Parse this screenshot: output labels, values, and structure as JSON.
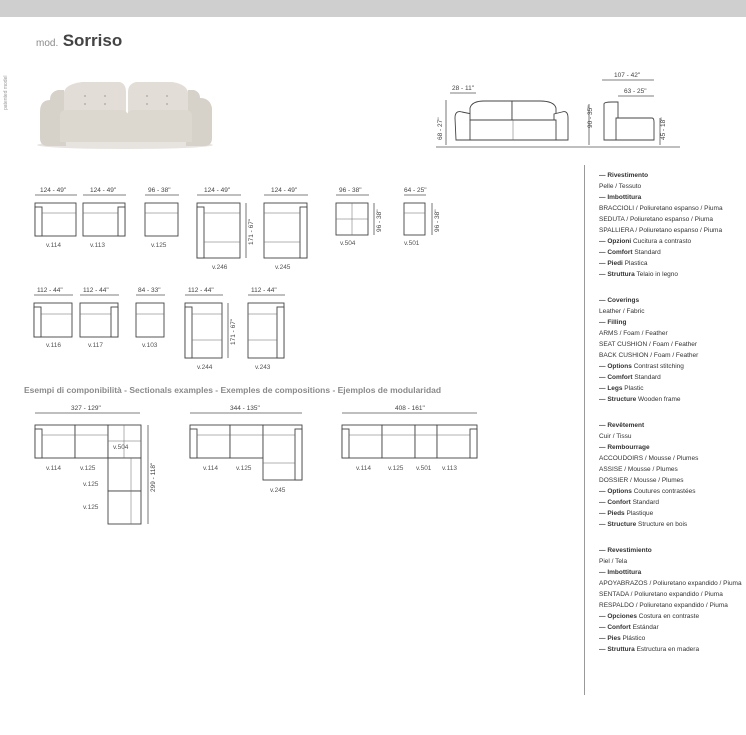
{
  "header": {
    "prefix": "mod.",
    "model": "Sorriso",
    "side_note": "patented model"
  },
  "overview_dims": {
    "width": "28 - 11\"",
    "height": "68 - 27\"",
    "depth": "107 - 42\"",
    "seat_depth": "63 - 25\"",
    "back_height": "90 - 35\"",
    "seat_height": "45 - 18\""
  },
  "modules_row1": [
    {
      "code": "v.114",
      "dim": "124 - 49\""
    },
    {
      "code": "v.113",
      "dim": "124 - 49\""
    },
    {
      "code": "v.125",
      "dim": "96 - 38\""
    },
    {
      "code": "v.246",
      "dim": "124 - 49\"",
      "depth": "171 - 67\""
    },
    {
      "code": "v.245",
      "dim": "124 - 49\""
    },
    {
      "code": "v.504",
      "dim": "96 - 38\"",
      "depth": "96 - 38\""
    },
    {
      "code": "v.501",
      "dim": "64 - 25\"",
      "depth": "96 - 38\""
    }
  ],
  "modules_row2": [
    {
      "code": "v.116",
      "dim": "112 - 44\""
    },
    {
      "code": "v.117",
      "dim": "112 - 44\""
    },
    {
      "code": "v.103",
      "dim": "84 - 33\""
    },
    {
      "code": "v.244",
      "dim": "112 - 44\"",
      "depth": "171 - 67\""
    },
    {
      "code": "v.243",
      "dim": "112 - 44\""
    }
  ],
  "examples_title": "Esempi di componibilità  -  Sectionals examples - Exemples de compositions - Ejemplos de modularidad",
  "examples": [
    {
      "dim": "327 - 129\"",
      "depth": "299 - 118\"",
      "labels": [
        "v.114",
        "v.125",
        "v.504",
        "v.125",
        "v.125"
      ]
    },
    {
      "dim": "344 - 135\"",
      "labels": [
        "v.114",
        "v.125",
        "v.245"
      ]
    },
    {
      "dim": "408 - 161\"",
      "labels": [
        "v.114",
        "v.125",
        "v.501",
        "v.113"
      ]
    }
  ],
  "specs": [
    {
      "lines": [
        {
          "dash": true,
          "key": "Rivestimento",
          "value": ""
        },
        {
          "dash": false,
          "key": "",
          "value": "Pelle / Tessuto"
        },
        {
          "dash": true,
          "key": "Imbottitura",
          "value": ""
        },
        {
          "dash": false,
          "key": "",
          "value": "BRACCIOLI / Poliuretano espanso / Piuma"
        },
        {
          "dash": false,
          "key": "",
          "value": "SEDUTA / Poliuretano espanso / Piuma"
        },
        {
          "dash": false,
          "key": "",
          "value": "SPALLIERA / Poliuretano espanso / Piuma"
        },
        {
          "dash": true,
          "key": "Opzioni",
          "value": "Cucitura a contrasto"
        },
        {
          "dash": true,
          "key": "Comfort",
          "value": "Standard"
        },
        {
          "dash": true,
          "key": "Piedi",
          "value": "Plastica"
        },
        {
          "dash": true,
          "key": "Struttura",
          "value": "Telaio in legno"
        }
      ]
    },
    {
      "lines": [
        {
          "dash": true,
          "key": "Coverings",
          "value": ""
        },
        {
          "dash": false,
          "key": "",
          "value": "Leather / Fabric"
        },
        {
          "dash": true,
          "key": "Filling",
          "value": ""
        },
        {
          "dash": false,
          "key": "",
          "value": "ARMS / Foam / Feather"
        },
        {
          "dash": false,
          "key": "",
          "value": "SEAT CUSHION / Foam / Feather"
        },
        {
          "dash": false,
          "key": "",
          "value": "BACK CUSHION / Foam / Feather"
        },
        {
          "dash": true,
          "key": "Options",
          "value": "Contrast stitching"
        },
        {
          "dash": true,
          "key": "Comfort",
          "value": "Standard"
        },
        {
          "dash": true,
          "key": "Legs",
          "value": "Plastic"
        },
        {
          "dash": true,
          "key": "Structure",
          "value": "Wooden frame"
        }
      ]
    },
    {
      "lines": [
        {
          "dash": true,
          "key": "Revêtement",
          "value": ""
        },
        {
          "dash": false,
          "key": "",
          "value": "Cuir / Tissu"
        },
        {
          "dash": true,
          "key": "Rembourrage",
          "value": ""
        },
        {
          "dash": false,
          "key": "",
          "value": "ACCOUDOIRS / Mousse / Plumes"
        },
        {
          "dash": false,
          "key": "",
          "value": "ASSISE / Mousse / Plumes"
        },
        {
          "dash": false,
          "key": "",
          "value": "DOSSIER / Mousse / Plumes"
        },
        {
          "dash": true,
          "key": "Options",
          "value": "Coutures contrastées"
        },
        {
          "dash": true,
          "key": "Confort",
          "value": "Standard"
        },
        {
          "dash": true,
          "key": "Pieds",
          "value": "Plastique"
        },
        {
          "dash": true,
          "key": "Structure",
          "value": "Structure en bois"
        }
      ]
    },
    {
      "lines": [
        {
          "dash": true,
          "key": "Revestimiento",
          "value": ""
        },
        {
          "dash": false,
          "key": "",
          "value": "Piel / Tela"
        },
        {
          "dash": true,
          "key": "Imbottitura",
          "value": ""
        },
        {
          "dash": false,
          "key": "",
          "value": "APOYABRAZOS / Poliuretano expandido / Piuma"
        },
        {
          "dash": false,
          "key": "",
          "value": "SENTADA / Poliuretano expandido / Piuma"
        },
        {
          "dash": false,
          "key": "",
          "value": "RESPALDO / Poliuretano expandido / Piuma"
        },
        {
          "dash": true,
          "key": "Opciones",
          "value": "Costura en contraste"
        },
        {
          "dash": true,
          "key": "Confort",
          "value": "Estándar"
        },
        {
          "dash": true,
          "key": "Pies",
          "value": "Plástico"
        },
        {
          "dash": true,
          "key": "Struttura",
          "value": "Estructura en madera"
        }
      ]
    }
  ]
}
